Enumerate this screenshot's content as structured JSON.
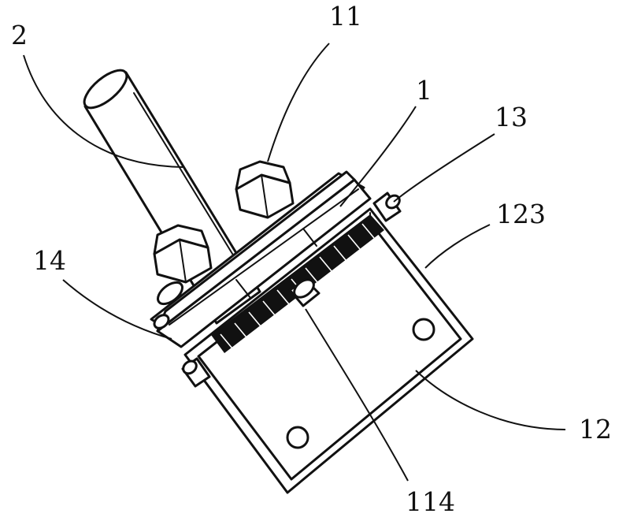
{
  "figure": {
    "labels": {
      "part_2": "2",
      "part_11": "11",
      "part_1": "1",
      "part_13": "13",
      "part_123": "123",
      "part_14": "14",
      "part_12": "12",
      "part_114": "114"
    }
  }
}
